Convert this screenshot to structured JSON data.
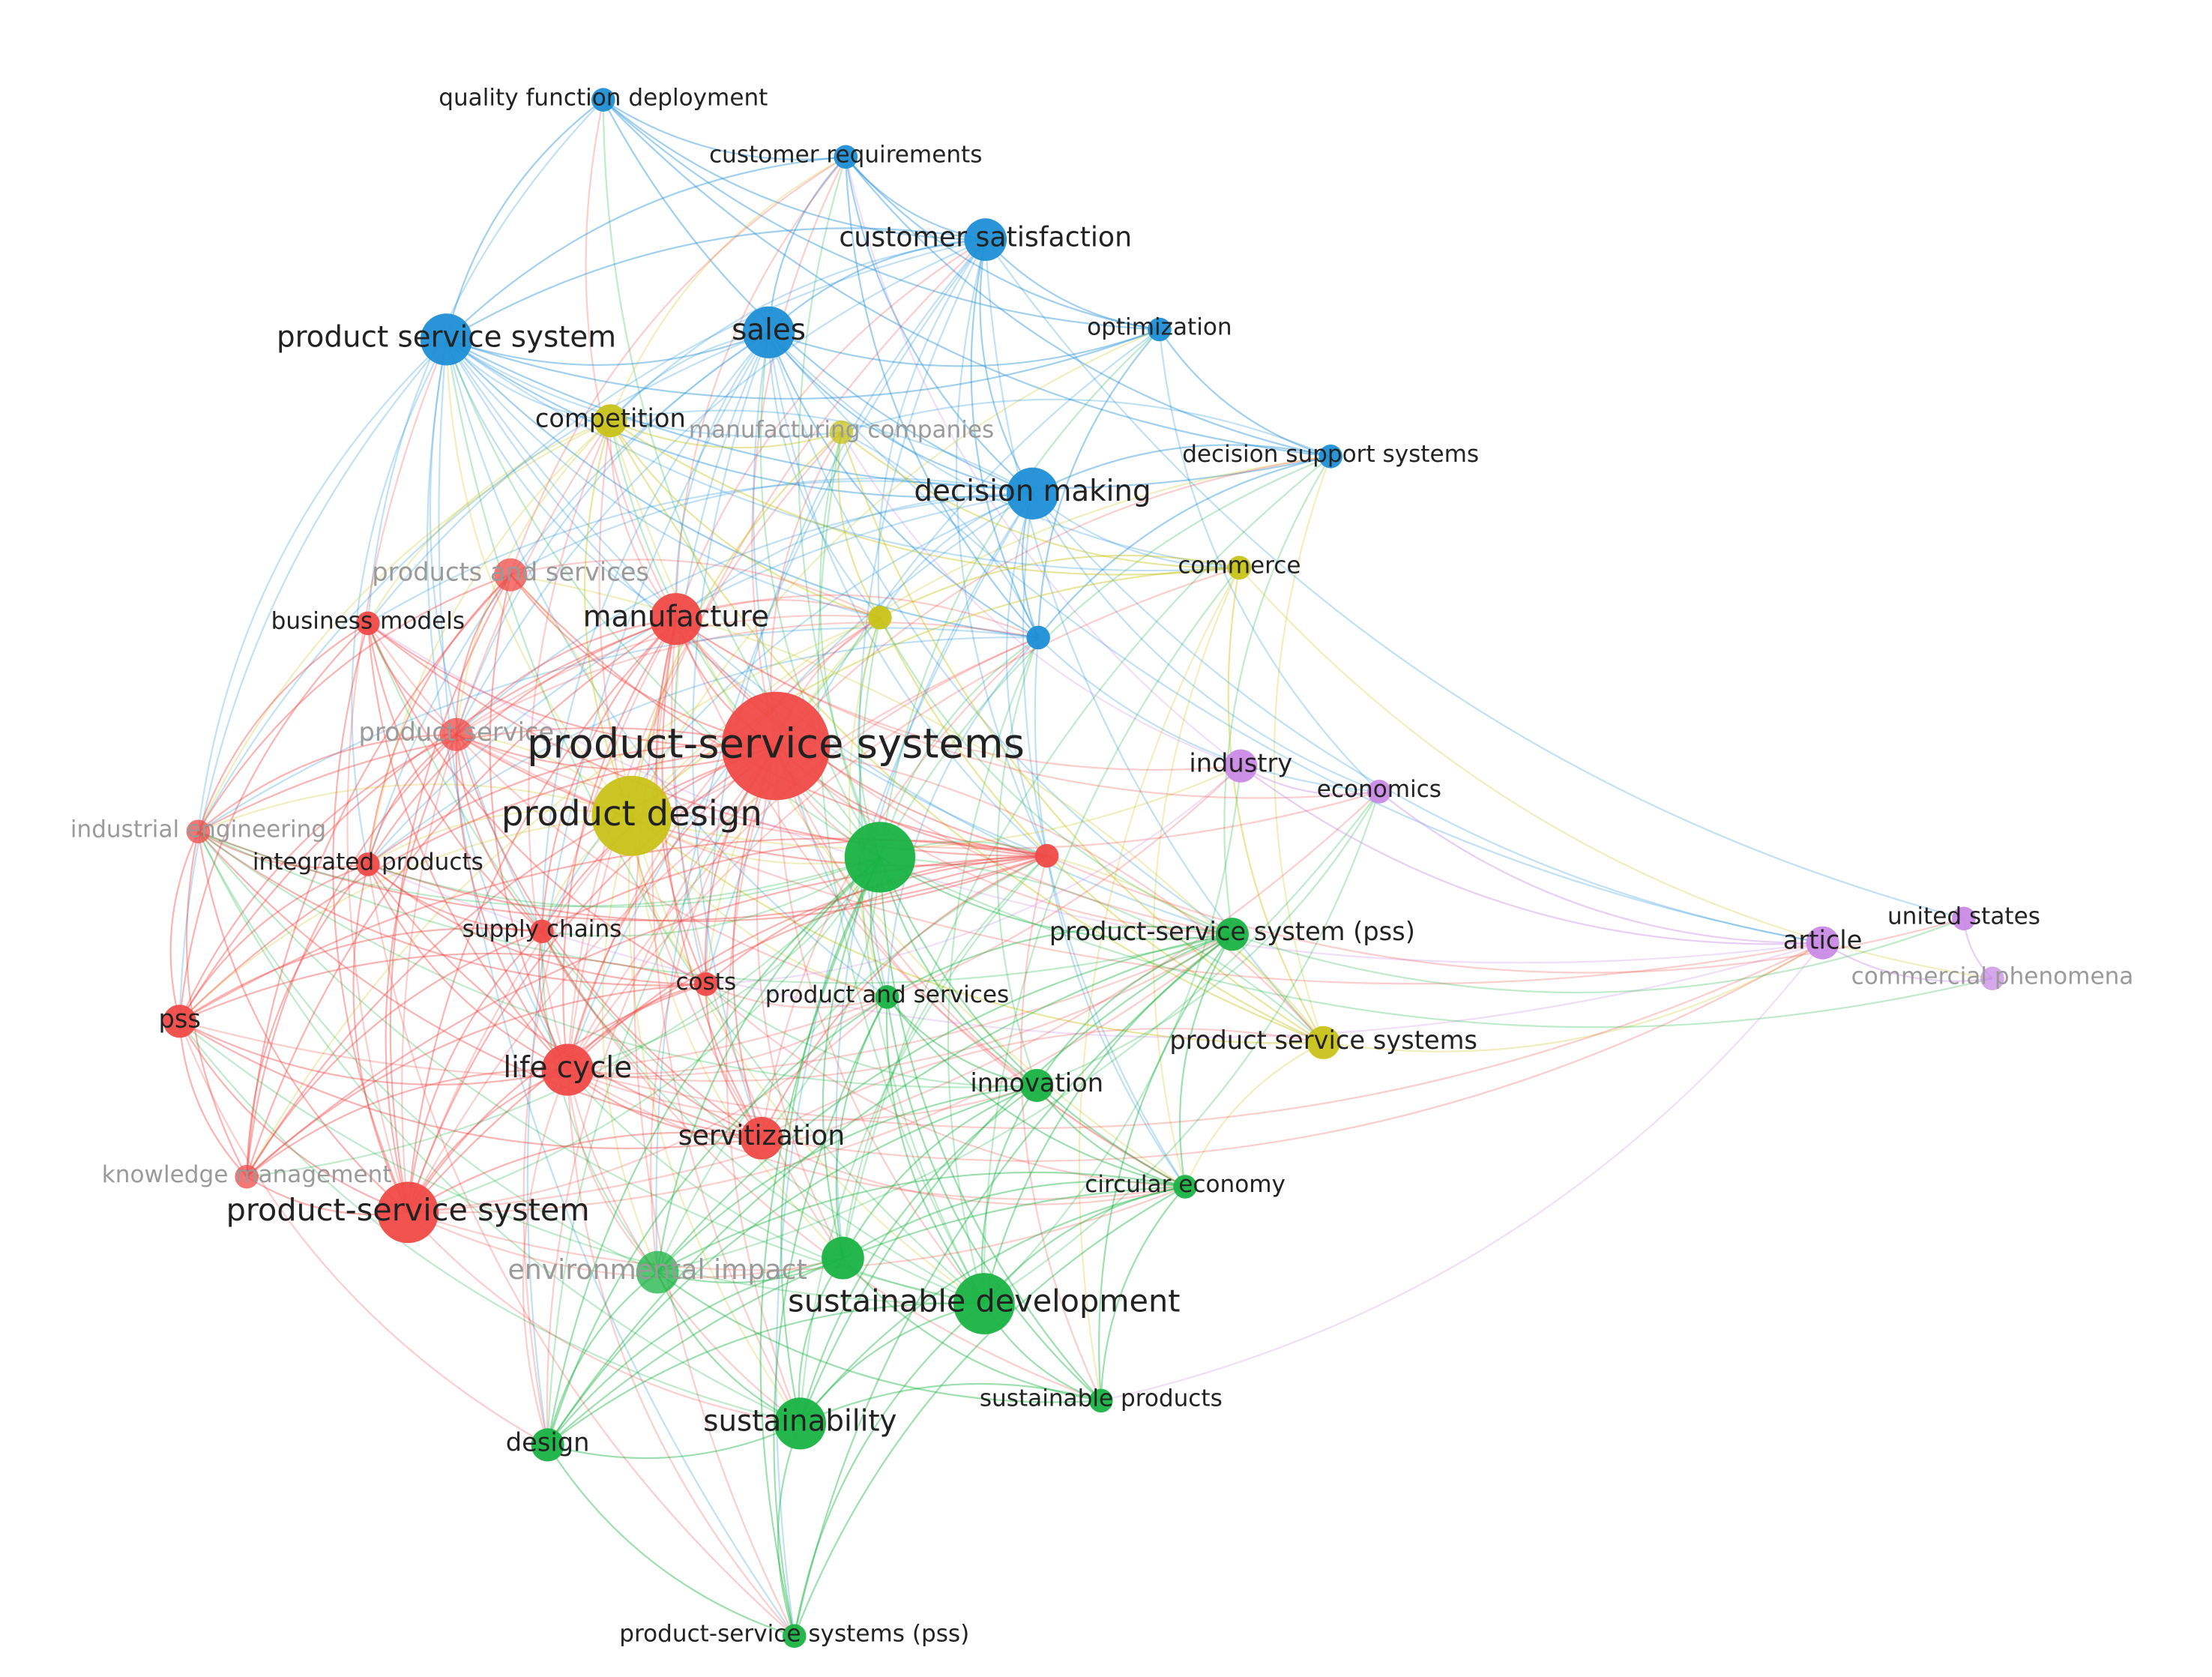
{
  "clusters": {
    "red": "#f04a47",
    "green": "#19b343",
    "blue": "#1e8fd6",
    "yellow": "#c8c319",
    "purple": "#c98ae6"
  },
  "nodes": [
    {
      "id": "quality-function-deployment",
      "label": "quality function deployment",
      "cluster": "blue",
      "weight": 1,
      "faded": false
    },
    {
      "id": "customer-requirements",
      "label": "customer requirements",
      "cluster": "blue",
      "weight": 1,
      "faded": false
    },
    {
      "id": "customer-satisfaction",
      "label": "customer satisfaction",
      "cluster": "blue",
      "weight": 3,
      "faded": false
    },
    {
      "id": "product-service-system-blue",
      "label": "product service system",
      "cluster": "blue",
      "weight": 4,
      "faded": false
    },
    {
      "id": "sales",
      "label": "sales",
      "cluster": "blue",
      "weight": 4,
      "faded": false
    },
    {
      "id": "optimization",
      "label": "optimization",
      "cluster": "blue",
      "weight": 1,
      "faded": false
    },
    {
      "id": "decision-support-systems",
      "label": "decision support systems",
      "cluster": "blue",
      "weight": 1,
      "faded": false
    },
    {
      "id": "decision-making",
      "label": "decision making",
      "cluster": "blue",
      "weight": 4,
      "faded": false
    },
    {
      "id": "blue-unlabeled",
      "label": "",
      "cluster": "blue",
      "weight": 1,
      "faded": false
    },
    {
      "id": "competition",
      "label": "competition",
      "cluster": "yellow",
      "weight": 2,
      "faded": false
    },
    {
      "id": "manufacturing-companies",
      "label": "manufacturing companies",
      "cluster": "yellow",
      "weight": 1,
      "faded": true
    },
    {
      "id": "commerce",
      "label": "commerce",
      "cluster": "yellow",
      "weight": 1,
      "faded": false
    },
    {
      "id": "yellow-unlabeled",
      "label": "",
      "cluster": "yellow",
      "weight": 1,
      "faded": false
    },
    {
      "id": "product-design",
      "label": "product design",
      "cluster": "yellow",
      "weight": 7,
      "faded": false
    },
    {
      "id": "product-service-systems-yellow",
      "label": "product service systems",
      "cluster": "yellow",
      "weight": 2,
      "faded": false
    },
    {
      "id": "products-and-services",
      "label": "products and services",
      "cluster": "red",
      "weight": 2,
      "faded": true
    },
    {
      "id": "business-models",
      "label": "business models",
      "cluster": "red",
      "weight": 1,
      "faded": false
    },
    {
      "id": "manufacture",
      "label": "manufacture",
      "cluster": "red",
      "weight": 4,
      "faded": false
    },
    {
      "id": "product-service",
      "label": "product service",
      "cluster": "red",
      "weight": 2,
      "faded": true
    },
    {
      "id": "product-service-systems",
      "label": "product-service systems",
      "cluster": "red",
      "weight": 10,
      "faded": false
    },
    {
      "id": "industrial-engineering",
      "label": "industrial engineering",
      "cluster": "red",
      "weight": 1,
      "faded": true
    },
    {
      "id": "integrated-products",
      "label": "integrated products",
      "cluster": "red",
      "weight": 1,
      "faded": false
    },
    {
      "id": "red-unlabeled",
      "label": "",
      "cluster": "red",
      "weight": 1,
      "faded": false
    },
    {
      "id": "supply-chains",
      "label": "supply chains",
      "cluster": "red",
      "weight": 1,
      "faded": false
    },
    {
      "id": "costs",
      "label": "costs",
      "cluster": "red",
      "weight": 1,
      "faded": false
    },
    {
      "id": "pss",
      "label": "pss",
      "cluster": "red",
      "weight": 2,
      "faded": false
    },
    {
      "id": "life-cycle",
      "label": "life cycle",
      "cluster": "red",
      "weight": 4,
      "faded": false
    },
    {
      "id": "servitization",
      "label": "servitization",
      "cluster": "red",
      "weight": 3,
      "faded": false
    },
    {
      "id": "knowledge-management",
      "label": "knowledge management",
      "cluster": "red",
      "weight": 1,
      "faded": true
    },
    {
      "id": "product-service-system-red",
      "label": "product-service system",
      "cluster": "red",
      "weight": 5,
      "faded": false
    },
    {
      "id": "green-hub",
      "label": "",
      "cluster": "green",
      "weight": 6,
      "faded": false
    },
    {
      "id": "product-service-system-pss",
      "label": "product-service system (pss)",
      "cluster": "green",
      "weight": 2,
      "faded": false
    },
    {
      "id": "product-and-services",
      "label": "product and services",
      "cluster": "green",
      "weight": 1,
      "faded": false
    },
    {
      "id": "innovation",
      "label": "innovation",
      "cluster": "green",
      "weight": 2,
      "faded": false
    },
    {
      "id": "circular-economy",
      "label": "circular economy",
      "cluster": "green",
      "weight": 1,
      "faded": false
    },
    {
      "id": "environmental-impact",
      "label": "environmental impact",
      "cluster": "green",
      "weight": 3,
      "faded": true
    },
    {
      "id": "green-unlabeled",
      "label": "",
      "cluster": "green",
      "weight": 3,
      "faded": false
    },
    {
      "id": "sustainable-development",
      "label": "sustainable development",
      "cluster": "green",
      "weight": 5,
      "faded": false
    },
    {
      "id": "sustainable-products",
      "label": "sustainable products",
      "cluster": "green",
      "weight": 1,
      "faded": false
    },
    {
      "id": "design",
      "label": "design",
      "cluster": "green",
      "weight": 2,
      "faded": false
    },
    {
      "id": "sustainability",
      "label": "sustainability",
      "cluster": "green",
      "weight": 4,
      "faded": false
    },
    {
      "id": "product-service-systems-pss",
      "label": "product-service systems (pss)",
      "cluster": "green",
      "weight": 1,
      "faded": false
    },
    {
      "id": "industry",
      "label": "industry",
      "cluster": "purple",
      "weight": 2,
      "faded": false
    },
    {
      "id": "economics",
      "label": "economics",
      "cluster": "purple",
      "weight": 1,
      "faded": false
    },
    {
      "id": "article",
      "label": "article",
      "cluster": "purple",
      "weight": 2,
      "faded": false
    },
    {
      "id": "united-states",
      "label": "united states",
      "cluster": "purple",
      "weight": 1,
      "faded": false
    },
    {
      "id": "commercial-phenomena",
      "label": "commercial phenomena",
      "cluster": "purple",
      "weight": 1,
      "faded": true
    }
  ]
}
